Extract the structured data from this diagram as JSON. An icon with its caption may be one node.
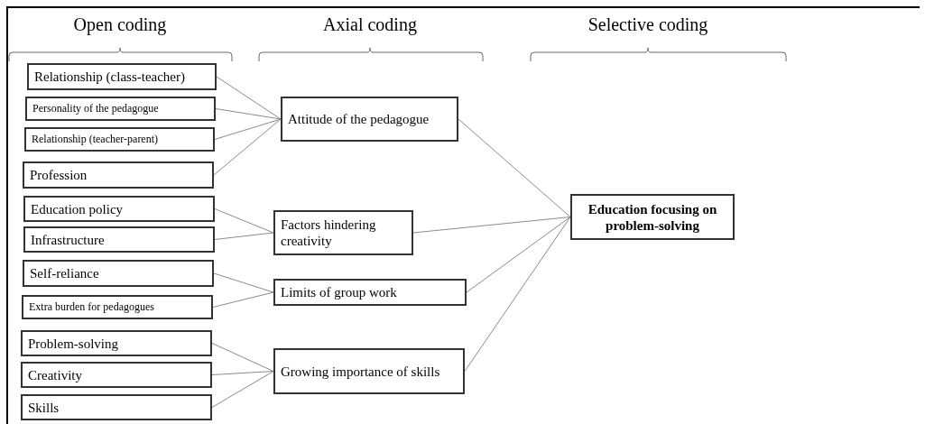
{
  "diagram": {
    "nodes": [
      {
        "text": [
          "Relationship (class-teacher)"
        ]
      },
      {
        "text": [
          "Personality of the pedagogue"
        ]
      },
      {
        "text": [
          "Relationship (teacher-parent)"
        ]
      },
      {
        "text": [
          "Profession"
        ]
      },
      {
        "text": [
          "Education policy"
        ]
      },
      {
        "text": [
          "Infrastructure"
        ]
      },
      {
        "text": [
          "Self-reliance"
        ]
      },
      {
        "text": [
          "Extra burden for pedagogues"
        ]
      },
      {
        "text": [
          "Problem-solving"
        ]
      },
      {
        "text": [
          "Creativity"
        ]
      },
      {
        "text": [
          "Skills"
        ]
      },
      {
        "text": [
          "Attitude of the pedagogue"
        ]
      },
      {
        "text": [
          "Factors hindering creativity"
        ]
      },
      {
        "text": [
          "Limits of group work"
        ]
      },
      {
        "text": [
          "Growing importance of skills"
        ]
      },
      {
        "text": [
          "Education focusing on problem-solving"
        ]
      }
    ],
    "edges": [
      {
        "from": 0,
        "to": 11,
        "arrow": "none"
      },
      {
        "from": 1,
        "to": 11,
        "arrow": "none"
      },
      {
        "from": 2,
        "to": 11,
        "arrow": "none"
      },
      {
        "from": 3,
        "to": 11,
        "arrow": "none"
      },
      {
        "from": 4,
        "to": 12,
        "arrow": "none"
      },
      {
        "from": 5,
        "to": 12,
        "arrow": "none"
      },
      {
        "from": 6,
        "to": 13,
        "arrow": "none"
      },
      {
        "from": 7,
        "to": 13,
        "arrow": "none"
      },
      {
        "from": 8,
        "to": 14,
        "arrow": "none"
      },
      {
        "from": 9,
        "to": 14,
        "arrow": "none"
      },
      {
        "from": 10,
        "to": 14,
        "arrow": "none"
      },
      {
        "from": 11,
        "to": 15,
        "arrow": "none"
      },
      {
        "from": 12,
        "to": 15,
        "arrow": "none"
      },
      {
        "from": 13,
        "to": 15,
        "arrow": "none"
      },
      {
        "from": 14,
        "to": 15,
        "arrow": "none"
      }
    ],
    "labels": [
      "Open coding",
      "Axial coding",
      "Selective coding"
    ]
  }
}
